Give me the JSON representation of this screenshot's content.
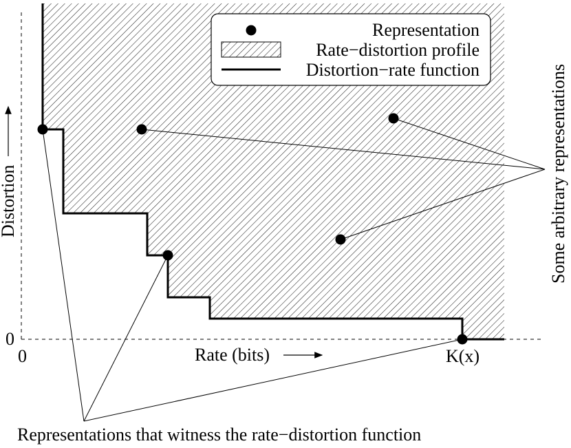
{
  "labels": {
    "y_axis": "Distortion",
    "x_axis": "Rate (bits)",
    "origin_x": "0",
    "origin_y": "0",
    "kx": "K(x)",
    "right_annotation": "Some arbitrary representations",
    "bottom_annotation": "Representations that witness the rate−distortion function"
  },
  "legend": {
    "items": [
      {
        "label": "Representation",
        "symbol": "filled-dot"
      },
      {
        "label": "Rate−distortion profile",
        "symbol": "hatched-box"
      },
      {
        "label": "Distortion−rate function",
        "symbol": "thick-line"
      }
    ]
  },
  "colors": {
    "ink": "#000000",
    "background": "#ffffff",
    "hatch": "#222222"
  }
}
